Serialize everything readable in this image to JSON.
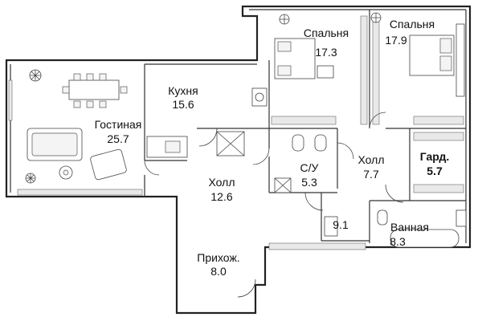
{
  "rooms": [
    {
      "id": "bedroom1",
      "name": "Спальня",
      "area": "17.3",
      "bold": false
    },
    {
      "id": "bedroom2",
      "name": "Спальня",
      "area": "17.9",
      "bold": false
    },
    {
      "id": "kitchen",
      "name": "Кухня",
      "area": "15.6",
      "bold": false
    },
    {
      "id": "living",
      "name": "Гостиная",
      "area": "25.7",
      "bold": false
    },
    {
      "id": "bathroom-su",
      "name": "С/У",
      "area": "5.3",
      "bold": false
    },
    {
      "id": "hall-right",
      "name": "Холл",
      "area": "7.7",
      "bold": false
    },
    {
      "id": "wardrobe",
      "name": "Гард.",
      "area": "5.7",
      "bold": true
    },
    {
      "id": "hall-main",
      "name": "Холл",
      "area": "12.6",
      "bold": false
    },
    {
      "id": "storage",
      "name": "",
      "area": "9.1",
      "bold": false
    },
    {
      "id": "bath",
      "name": "Ванная",
      "area": "8.3",
      "bold": false
    },
    {
      "id": "entry",
      "name": "Прихож.",
      "area": "8.0",
      "bold": false
    }
  ]
}
